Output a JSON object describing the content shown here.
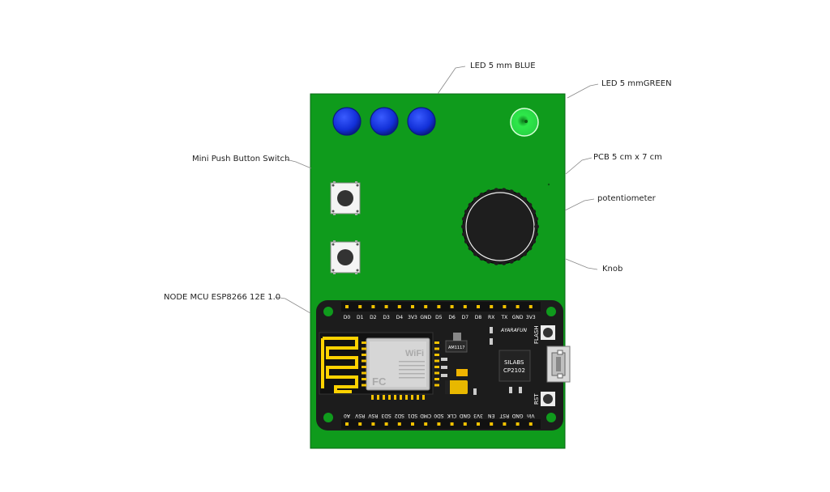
{
  "labels": {
    "led_blue": "LED 5 mm BLUE",
    "led_green": "LED 5 mmGREEN",
    "push_button": "Mini Push Button Switch",
    "pcb": "PCB  5 cm x 7 cm",
    "potentiometer": "potentiometer",
    "knob": "Knob",
    "nodemcu": "NODE MCU ESP8266 12E 1.0"
  },
  "board": {
    "top_pins": [
      "D0",
      "D1",
      "D2",
      "D3",
      "D4",
      "3V3",
      "GND",
      "D5",
      "D6",
      "D7",
      "D8",
      "RX",
      "TX",
      "GND",
      "3V3"
    ],
    "bottom_pins": [
      "A0",
      "RSV",
      "RSV",
      "SD3",
      "SD2",
      "SD1",
      "CMD",
      "SD0",
      "CLK",
      "GND",
      "3V3",
      "EN",
      "RST",
      "GND",
      "Vin"
    ],
    "flash_label": "FLASH",
    "rst_label": "RST",
    "usb_chip_line1": "SILABS",
    "usb_chip_line2": "CP2102",
    "regulator_label": "AM1117",
    "brand": "AYARAFUN",
    "wifi_text": "WiFi",
    "fc_text": "FC"
  },
  "colors": {
    "pcb": "#0f9b1c",
    "led_blue": "#1133dd",
    "led_green": "#2ee84a",
    "board": "#1c1c1c",
    "pin": "#f2c200",
    "antenna": "#ffd200",
    "knob": "#1e1e1e"
  }
}
